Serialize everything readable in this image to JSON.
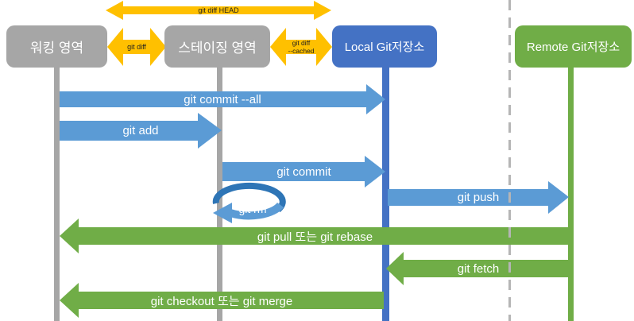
{
  "headers": {
    "working": "워킹 영역",
    "staging": "스테이징 영역",
    "local": "Local Git저장소",
    "remote": "Remote Git저장소"
  },
  "arrows": {
    "diff_head": "git diff HEAD",
    "diff": "git diff",
    "diff_cached": "git diff\n--cached",
    "commit_all": "git commit --all",
    "add": "git add",
    "commit": "git commit",
    "rm": "git rm",
    "push": "git push",
    "pull": "git pull 또는 git rebase",
    "fetch": "git fetch",
    "checkout": "git checkout 또는 git merge"
  },
  "colors": {
    "gray_box": "#a6a6a6",
    "blue_box": "#4472c4",
    "green": "#70ad47",
    "yellow": "#ffc000",
    "blue_arrow": "#5b9bd5",
    "dashed_line": "#b5b5b5"
  }
}
